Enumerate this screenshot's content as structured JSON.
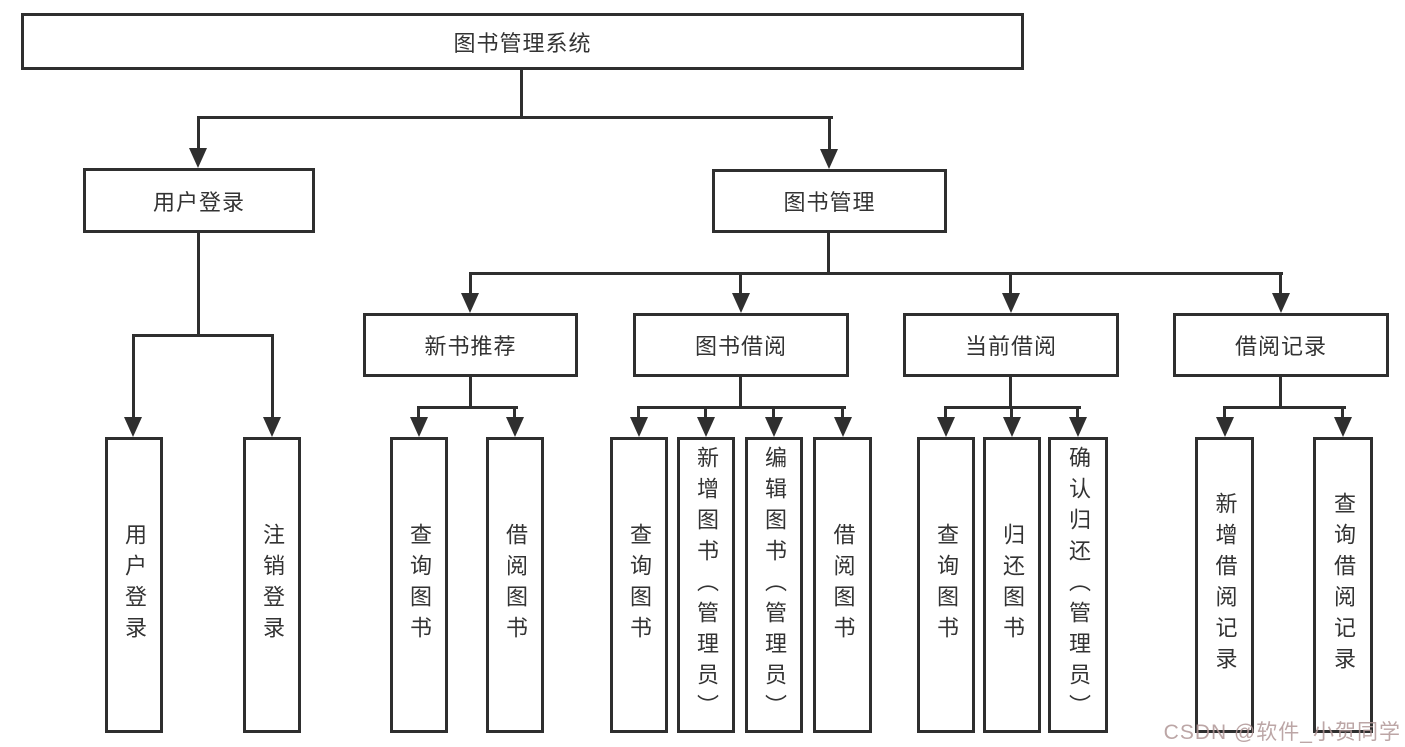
{
  "tree": {
    "label": "图书管理系统",
    "children": [
      {
        "label": "用户登录",
        "children": [
          {
            "label": "用户登录"
          },
          {
            "label": "注销登录"
          }
        ]
      },
      {
        "label": "图书管理",
        "children": [
          {
            "label": "新书推荐",
            "children": [
              {
                "label": "查询图书"
              },
              {
                "label": "借阅图书"
              }
            ]
          },
          {
            "label": "图书借阅",
            "children": [
              {
                "label": "查询图书"
              },
              {
                "label": "新增图书（管理员）"
              },
              {
                "label": "编辑图书（管理员）"
              },
              {
                "label": "借阅图书"
              }
            ]
          },
          {
            "label": "当前借阅",
            "children": [
              {
                "label": "查询图书"
              },
              {
                "label": "归还图书"
              },
              {
                "label": "确认归还（管理员）"
              }
            ]
          },
          {
            "label": "借阅记录",
            "children": [
              {
                "label": "新增借阅记录"
              },
              {
                "label": "查询借阅记录"
              }
            ]
          }
        ]
      }
    ]
  },
  "watermark": {
    "text": "CSDN @软件_小贺同学"
  },
  "colors": {
    "line": "#2f2f2f",
    "text": "#333333",
    "background": "#ffffff",
    "watermark": "#b09696"
  }
}
